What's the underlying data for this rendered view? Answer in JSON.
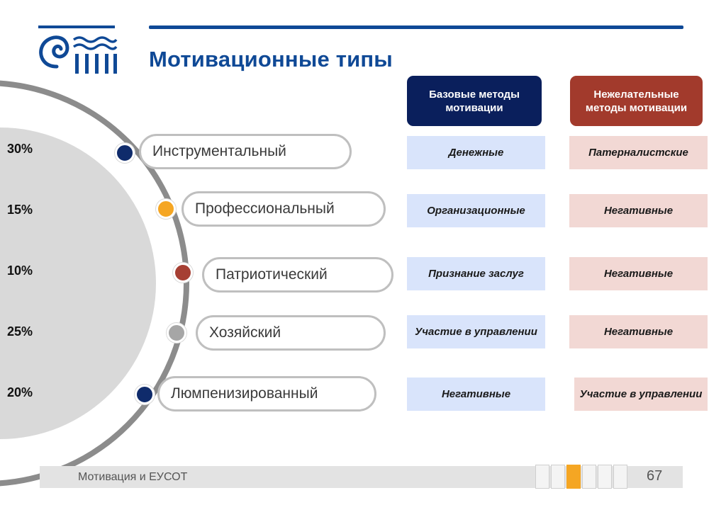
{
  "header": {
    "title": "Мотивационные типы"
  },
  "columns": {
    "base_header": "Базовые методы мотивации",
    "negative_header": "Нежелательные методы мотивации"
  },
  "types": [
    {
      "label": "Инструментальный",
      "percent": "30%",
      "dot_color": "#0f2b6b",
      "base": "Денежные",
      "negative": "Патерналистские"
    },
    {
      "label": "Профессиональный",
      "percent": "15%",
      "dot_color": "#f5a623",
      "base": "Организационные",
      "negative": "Негативные"
    },
    {
      "label": "Патриотический",
      "percent": "10%",
      "dot_color": "#a63f33",
      "base": "Признание заслуг",
      "negative": "Негативные"
    },
    {
      "label": "Хозяйский",
      "percent": "25%",
      "dot_color": "#a6a6a6",
      "base": "Участие в управлении",
      "negative": "Негативные"
    },
    {
      "label": "Люмпенизированный",
      "percent": "20%",
      "dot_color": "#0f2b6b",
      "base": "Негативные",
      "negative": "Участие в управлении"
    }
  ],
  "footer": {
    "text": "Мотивация и ЕУСОТ",
    "page_number": "67"
  },
  "colors": {
    "brand_blue": "#0f4996",
    "base_header_bg": "#0a1f5c",
    "negative_header_bg": "#a23a2c",
    "base_cell_bg": "#d9e4fb",
    "negative_cell_bg": "#f2d8d4",
    "nav_active": "#f5a623"
  }
}
